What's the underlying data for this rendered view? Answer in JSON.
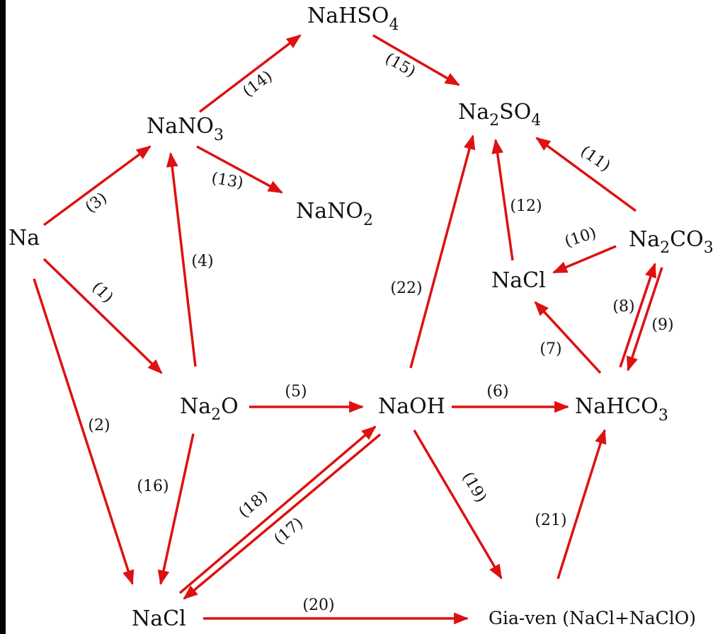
{
  "colors": {
    "arrow": "#dd1111",
    "text": "#111111",
    "left_bar": "#000000"
  },
  "nodes": {
    "nahso4": {
      "base": "NaHSO",
      "sub": "4"
    },
    "na2so4": {
      "p1": "Na",
      "s1": "2",
      "p2": "SO",
      "s2": "4"
    },
    "nano3": {
      "base": "NaNO",
      "sub": "3"
    },
    "nano2": {
      "base": "NaNO",
      "sub": "2"
    },
    "na": "Na",
    "na2co3": {
      "p1": "Na",
      "s1": "2",
      "p2": "CO",
      "s2": "3"
    },
    "nacl_right": "NaCl",
    "na2o": {
      "p1": "Na",
      "s1": "2",
      "p2": "O"
    },
    "naoh": "NaOH",
    "nahco3": {
      "base": "NaHCO",
      "sub": "3"
    },
    "nacl_bottom": "NaCl",
    "giaven": "Gia-ven (NaCl+NaClO)"
  },
  "reactions": [
    {
      "id": "r1",
      "label": "(1)"
    },
    {
      "id": "r2",
      "label": "(2)"
    },
    {
      "id": "r3",
      "label": "(3)"
    },
    {
      "id": "r4",
      "label": "(4)"
    },
    {
      "id": "r5",
      "label": "(5)"
    },
    {
      "id": "r6",
      "label": "(6)"
    },
    {
      "id": "r7",
      "label": "(7)"
    },
    {
      "id": "r8",
      "label": "(8)"
    },
    {
      "id": "r9",
      "label": "(9)"
    },
    {
      "id": "r10",
      "label": "(10)"
    },
    {
      "id": "r11",
      "label": "(11)"
    },
    {
      "id": "r12",
      "label": "(12)"
    },
    {
      "id": "r13",
      "label": "(13)"
    },
    {
      "id": "r14",
      "label": "(14)"
    },
    {
      "id": "r15",
      "label": "(15)"
    },
    {
      "id": "r16",
      "label": "(16)"
    },
    {
      "id": "r17",
      "label": "(17)"
    },
    {
      "id": "r18",
      "label": "(18)"
    },
    {
      "id": "r19",
      "label": "(19)"
    },
    {
      "id": "r20",
      "label": "(20)"
    },
    {
      "id": "r21",
      "label": "(21)"
    },
    {
      "id": "r22",
      "label": "(22)"
    }
  ]
}
